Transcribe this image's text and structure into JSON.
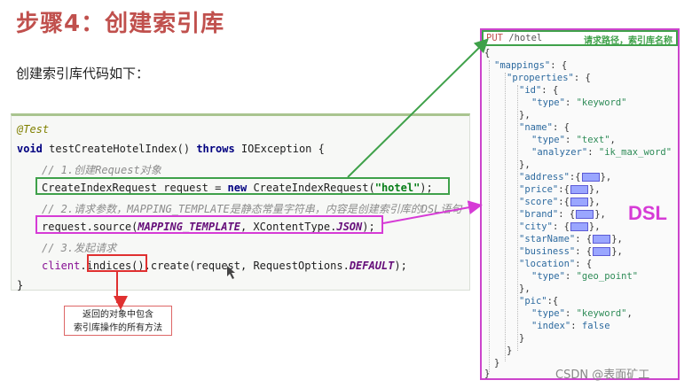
{
  "slide": {
    "title": "步骤4：创建索引库",
    "subtitle": "创建索引库代码如下："
  },
  "code": {
    "annotation": "@Test",
    "line2": {
      "kw_void": "void",
      "method": "testCreateHotelIndex()",
      "kw_throws": "throws",
      "rest": "IOException {"
    },
    "comment1": "// 1.创建Request对象",
    "line4": {
      "pre": "CreateIndexRequest request = ",
      "kw_new": "new",
      "mid": "CreateIndexRequest(",
      "str": "\"hotel\"",
      "post": ");"
    },
    "comment2": "// 2.请求参数，MAPPING_TEMPLATE是静态常量字符串，内容是创建索引库的DSL语句",
    "line6": {
      "pre": "request.source(",
      "const1": "MAPPING_TEMPLATE",
      "mid": ", XContentType.",
      "const2": "JSON",
      "post": ");"
    },
    "comment3": "// 3.发起请求",
    "line8": {
      "var": "client",
      "dot": ".",
      "method": "indices()",
      "rest": ".create(request, RequestOptions.",
      "const": "DEFAULT",
      "post": ");"
    },
    "close": "}"
  },
  "callout": {
    "line1": "返回的对象中包含",
    "line2": "索引库操作的所有方法"
  },
  "dsl": {
    "put_verb": "PUT",
    "put_path": " /hotel",
    "note": "请求路径，索引库名称",
    "label": "DSL",
    "lines": {
      "l1": "{",
      "l2k": "\"mappings\"",
      "l2r": ": {",
      "l3k": "\"properties\"",
      "l3r": ": {",
      "l4k": "\"id\"",
      "l4r": ": {",
      "l5k": "\"type\"",
      "l5m": ": ",
      "l5v": "\"keyword\"",
      "l6": "},",
      "l7k": "\"name\"",
      "l7r": ": {",
      "l8k": "\"type\"",
      "l8m": ": ",
      "l8v": "\"text\"",
      "l8e": ",",
      "l9k": "\"analyzer\"",
      "l9m": ": ",
      "l9v": "\"ik_max_word\"",
      "l10": "},",
      "l11k": "\"address\"",
      "l11r": ":{",
      "l12k": "\"price\"",
      "l12r": ":{",
      "l13k": "\"score\"",
      "l13r": ":{",
      "l14k": "\"brand\"",
      "l14r": ": {",
      "l15k": "\"city\"",
      "l15r": ": {",
      "l16k": "\"starName\"",
      "l16r": ": {",
      "l17k": "\"business\"",
      "l17r": ": {",
      "l18k": "\"location\"",
      "l18r": ": {",
      "l19k": "\"type\"",
      "l19m": ": ",
      "l19v": "\"geo_point\"",
      "l20": "},",
      "l21k": "\"pic\"",
      "l21r": ":{",
      "l22k": "\"type\"",
      "l22m": ": ",
      "l22v": "\"keyword\"",
      "l22e": ",",
      "l23k": "\"index\"",
      "l23m": ": ",
      "l23v": "false",
      "l24": "}",
      "l25": "}",
      "l26": "}",
      "l27": "}",
      "fold_close": "},"
    }
  },
  "watermark": "CSDN @表面矿工",
  "colors": {
    "title": "#c0504d",
    "green_highlight": "#3fa14a",
    "magenta_highlight": "#d63bd6",
    "red_highlight": "#e03030"
  }
}
